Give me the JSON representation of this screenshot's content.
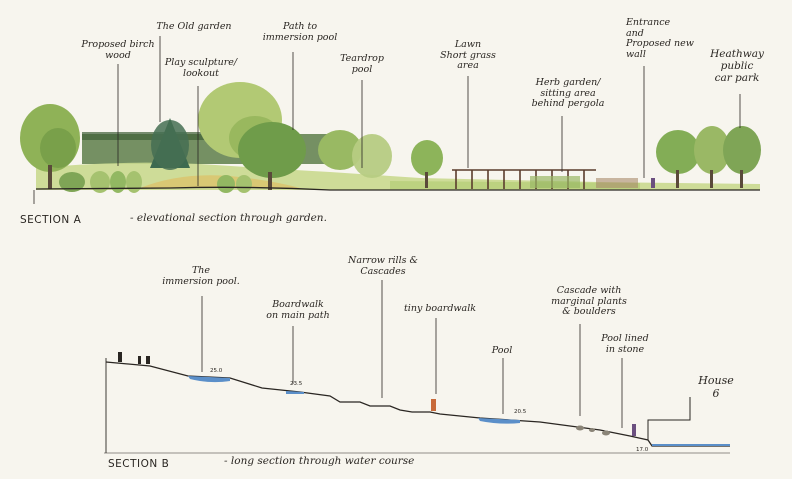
{
  "section_a": {
    "title": "SECTION A",
    "caption": "- elevational section through garden.",
    "labels": [
      {
        "id": "birch",
        "text": "Proposed birch\nwood"
      },
      {
        "id": "oldgarden",
        "text": "The Old garden"
      },
      {
        "id": "play",
        "text": "Play sculpture/\nlookout"
      },
      {
        "id": "path",
        "text": "Path to\nimmersion pool"
      },
      {
        "id": "teardrop",
        "text": "Teardrop\npool"
      },
      {
        "id": "lawn",
        "text": "Lawn\nShort grass\narea"
      },
      {
        "id": "herb",
        "text": "Herb garden/\nsitting area\nbehind pergola"
      },
      {
        "id": "entrance",
        "text": "Entrance\nand\nProposed new\nwall"
      },
      {
        "id": "carpark",
        "text": "Heathway\npublic\ncar park"
      }
    ]
  },
  "section_b": {
    "title": "SECTION B",
    "caption": "- long section through water course",
    "labels": [
      {
        "id": "immersion",
        "text": "The\nimmersion pool."
      },
      {
        "id": "boardwalk",
        "text": "Boardwalk\non main path"
      },
      {
        "id": "rills",
        "text": "Narrow rills &\nCascades"
      },
      {
        "id": "tiny",
        "text": "tiny boardwalk"
      },
      {
        "id": "pool",
        "text": "Pool"
      },
      {
        "id": "cascade",
        "text": "Cascade with\nmarginal plants\n& boulders"
      },
      {
        "id": "stone",
        "text": "Pool lined\nin stone"
      }
    ],
    "house": "House\n6",
    "levels": [
      "25.0",
      "23.5",
      "20.5",
      "17.0"
    ]
  },
  "colors": {
    "ink": "#2a2622",
    "tree_light": "#a9c46a",
    "tree_mid": "#7fa556",
    "tree_dark": "#51733e",
    "conifer": "#3f6a4e",
    "grass": "#c4d488",
    "ochre": "#d9b85a",
    "water": "#5b8fc9"
  }
}
